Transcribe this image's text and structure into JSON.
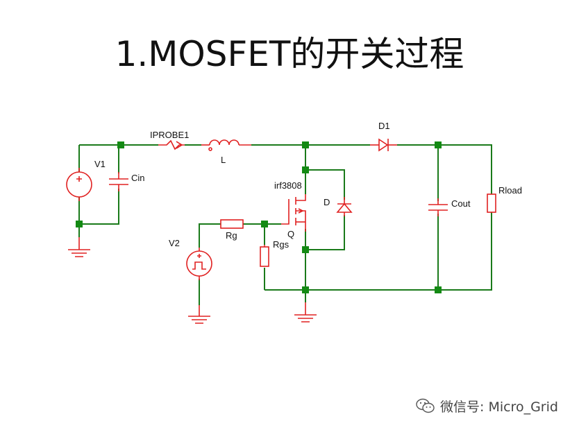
{
  "title": "1.MOSFET的开关过程",
  "components": {
    "v1": "V1",
    "cin": "Cin",
    "iprobe": "IPROBE1",
    "inductor": "L",
    "d1": "D1",
    "mosfet_model": "irf3808",
    "body_diode": "D",
    "mosfet": "Q",
    "cout": "Cout",
    "rload": "Rload",
    "v2": "V2",
    "rg": "Rg",
    "rgs": "Rgs"
  },
  "watermark": "微信号: Micro_Grid",
  "colors": {
    "wire": "#1a7a1a",
    "component": "#e02020",
    "node": "#138a13"
  }
}
